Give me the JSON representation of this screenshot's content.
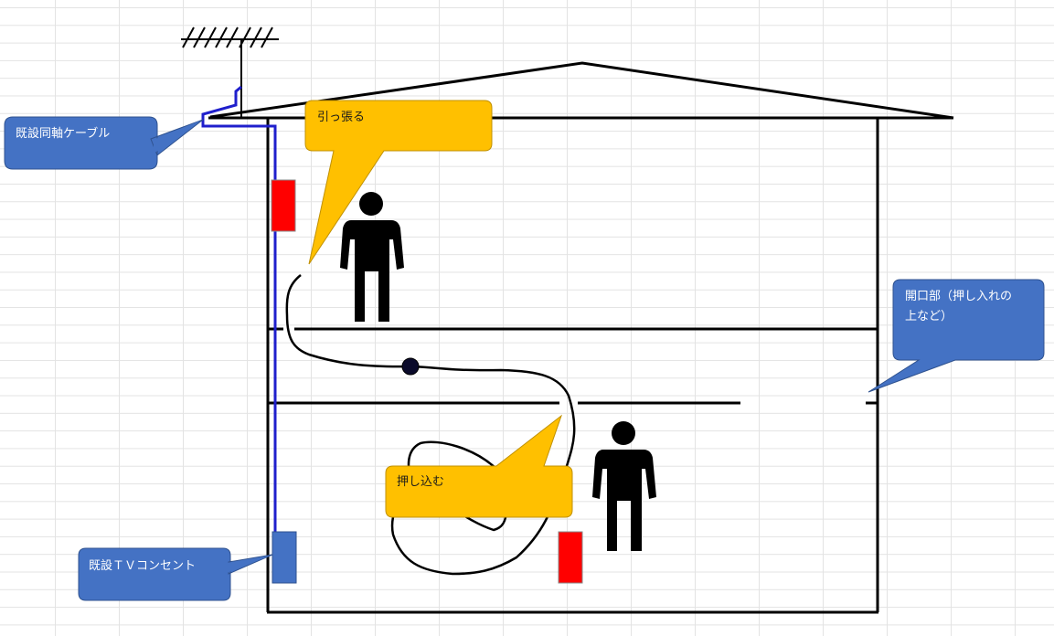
{
  "colors": {
    "blue_callout": "#4472c4",
    "blue_callout_border": "#2f528f",
    "yellow_callout": "#ffc000",
    "yellow_callout_border": "#c09000",
    "cable": "#1f1fcc",
    "outlet_red": "#ff0000",
    "outlet_blue": "#4472c4",
    "line": "#000000"
  },
  "labels": {
    "existing_coax": "既設同軸ケーブル",
    "pull": "引っ張る",
    "opening": "開口部（押し入れの\n上など）",
    "push": "押し込む",
    "existing_tv_outlet": "既設ＴＶコンセント"
  },
  "icons": [
    "antenna-icon",
    "person-icon"
  ]
}
